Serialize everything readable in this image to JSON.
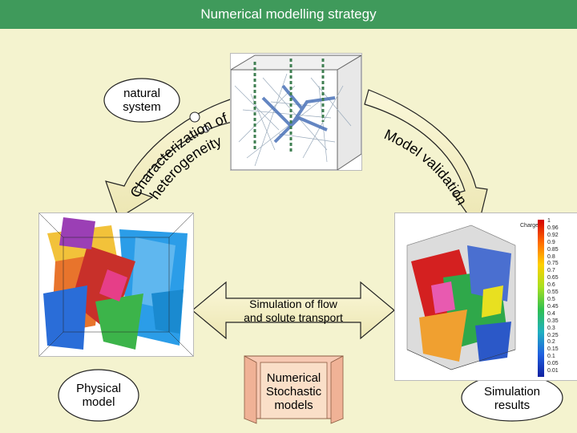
{
  "title": "Numerical modelling strategy",
  "bubbles": {
    "natural_system": [
      "natural",
      "system"
    ],
    "physical_model": [
      "Physical",
      "model"
    ],
    "simulation_results": [
      "Simulation",
      "results"
    ]
  },
  "scroll_text": [
    "Numerical",
    "Stochastic",
    "models"
  ],
  "arrows": {
    "characterization": [
      "Characterization of",
      "heterogeneity"
    ],
    "validation": "Model validation",
    "simulation": [
      "Simulation of flow",
      "and solute transport"
    ]
  },
  "legend": {
    "title": "Charge",
    "values": [
      "1",
      "0.96",
      "0.92",
      "0.9",
      "0.85",
      "0.8",
      "0.75",
      "0.7",
      "0.65",
      "0.6",
      "0.55",
      "0.5",
      "0.45",
      "0.4",
      "0.35",
      "0.3",
      "0.25",
      "0.2",
      "0.15",
      "0.1",
      "0.05",
      "0.01"
    ]
  },
  "colors": {
    "title_bar": "#3f9a5b",
    "background": "#f4f3cf",
    "arrow_fill": "#f2eec0",
    "scroll_fill": "#f7c9b3"
  }
}
